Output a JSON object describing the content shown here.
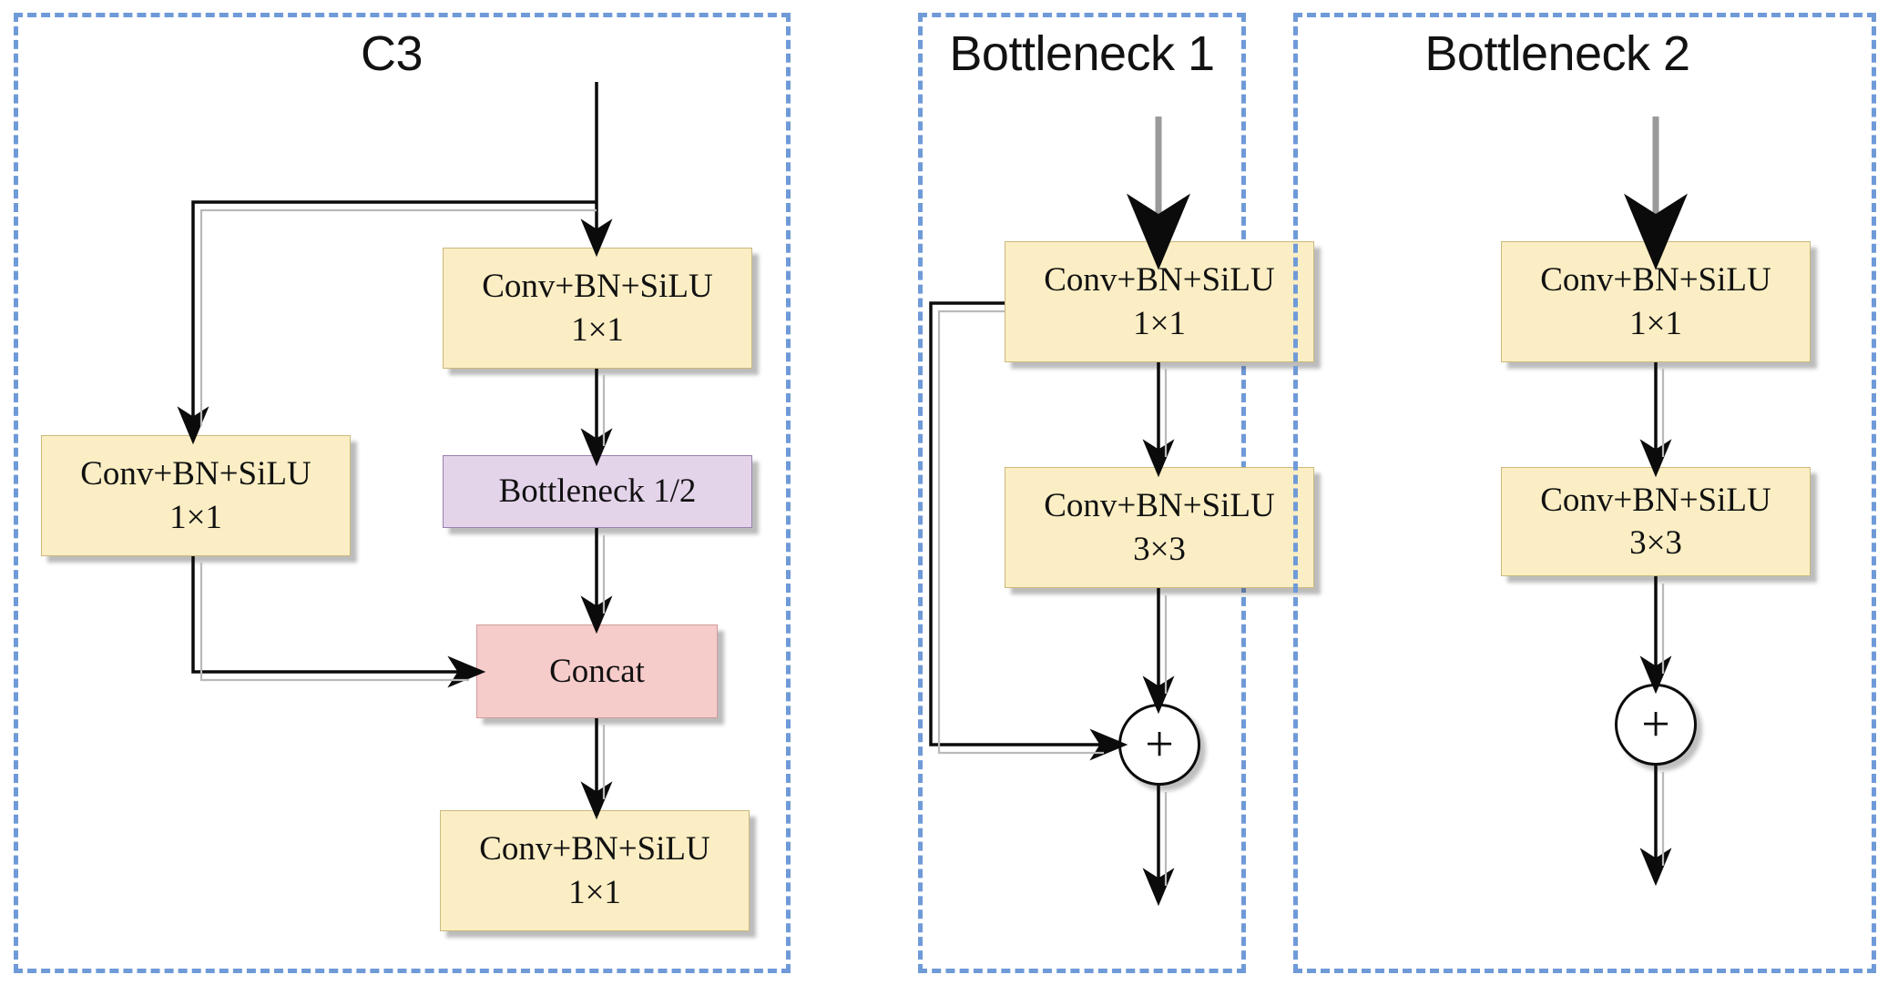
{
  "figure": {
    "type": "block-diagram",
    "title": "YOLOv5 C3 and Bottleneck module structures",
    "panel_border_color": "#6f9ad8",
    "colors": {
      "conv_fill": "#fbeec4",
      "conv_stroke": "#cbb87a",
      "bottleneck_fill": "#e4d4ea",
      "bottleneck_stroke": "#9a7fae",
      "concat_fill": "#f6cccb",
      "concat_stroke": "#d09b9a",
      "arrow": "#0b0b0b"
    }
  },
  "panels": [
    {
      "id": "c3",
      "title": "C3",
      "nodes": {
        "conv_right_top": {
          "line1": "Conv+BN+SiLU",
          "line2": "1×1",
          "kind": "conv"
        },
        "conv_left": {
          "line1": "Conv+BN+SiLU",
          "line2": "1×1",
          "kind": "conv"
        },
        "bottleneck": {
          "line1": "Bottleneck 1/2",
          "line2": "",
          "kind": "bottleneck"
        },
        "concat": {
          "line1": "Concat",
          "line2": "",
          "kind": "concat"
        },
        "conv_out": {
          "line1": "Conv+BN+SiLU",
          "line2": "1×1",
          "kind": "conv"
        }
      }
    },
    {
      "id": "bottleneck1",
      "title": "Bottleneck 1",
      "nodes": {
        "conv1": {
          "line1": "Conv+BN+SiLU",
          "line2": "1×1",
          "kind": "conv"
        },
        "conv2": {
          "line1": "Conv+BN+SiLU",
          "line2": "3×3",
          "kind": "conv"
        },
        "add": {
          "symbol": "+",
          "kind": "add"
        }
      }
    },
    {
      "id": "bottleneck2",
      "title": "Bottleneck 2",
      "nodes": {
        "conv1": {
          "line1": "Conv+BN+SiLU",
          "line2": "1×1",
          "kind": "conv"
        },
        "conv2": {
          "line1": "Conv+BN+SiLU",
          "line2": "3×3",
          "kind": "conv"
        },
        "add": {
          "symbol": "+",
          "kind": "add"
        }
      }
    }
  ]
}
